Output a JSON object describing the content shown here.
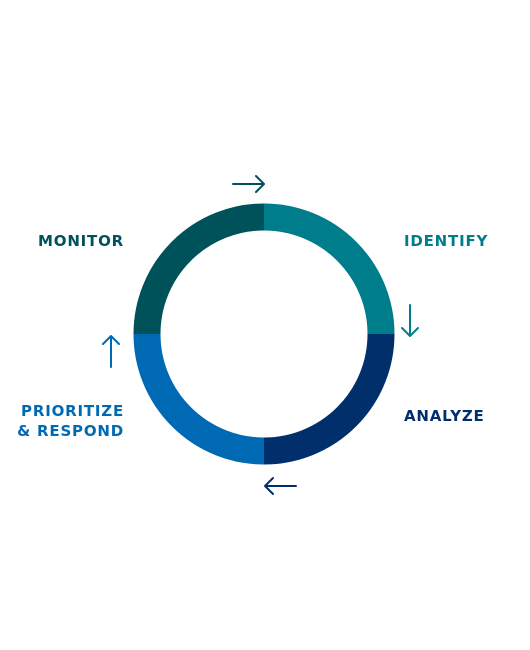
{
  "stages": [
    {
      "id": "monitor",
      "label": "MONITOR",
      "color": "#00525a",
      "arc": "top-left"
    },
    {
      "id": "identify",
      "label": "IDENTIFY",
      "color": "#007d8a",
      "arc": "top-right"
    },
    {
      "id": "analyze",
      "label": "ANALYZE",
      "color": "#002f6c",
      "arc": "bottom-right"
    },
    {
      "id": "prioritize",
      "label_line1": "PRIORITIZE",
      "label_line2": "& RESPOND",
      "color": "#0069b4",
      "arc": "bottom-left"
    }
  ],
  "arrows": [
    {
      "id": "top",
      "direction": "right",
      "icon": "arrow-right-icon",
      "color": "#00525a"
    },
    {
      "id": "right",
      "direction": "down",
      "icon": "arrow-down-icon",
      "color": "#007d8a"
    },
    {
      "id": "bottom",
      "direction": "left",
      "icon": "arrow-left-icon",
      "color": "#002f6c"
    },
    {
      "id": "left",
      "direction": "up",
      "icon": "arrow-up-icon",
      "color": "#0069b4"
    }
  ],
  "flow": "clockwise",
  "background": "#ffffff"
}
